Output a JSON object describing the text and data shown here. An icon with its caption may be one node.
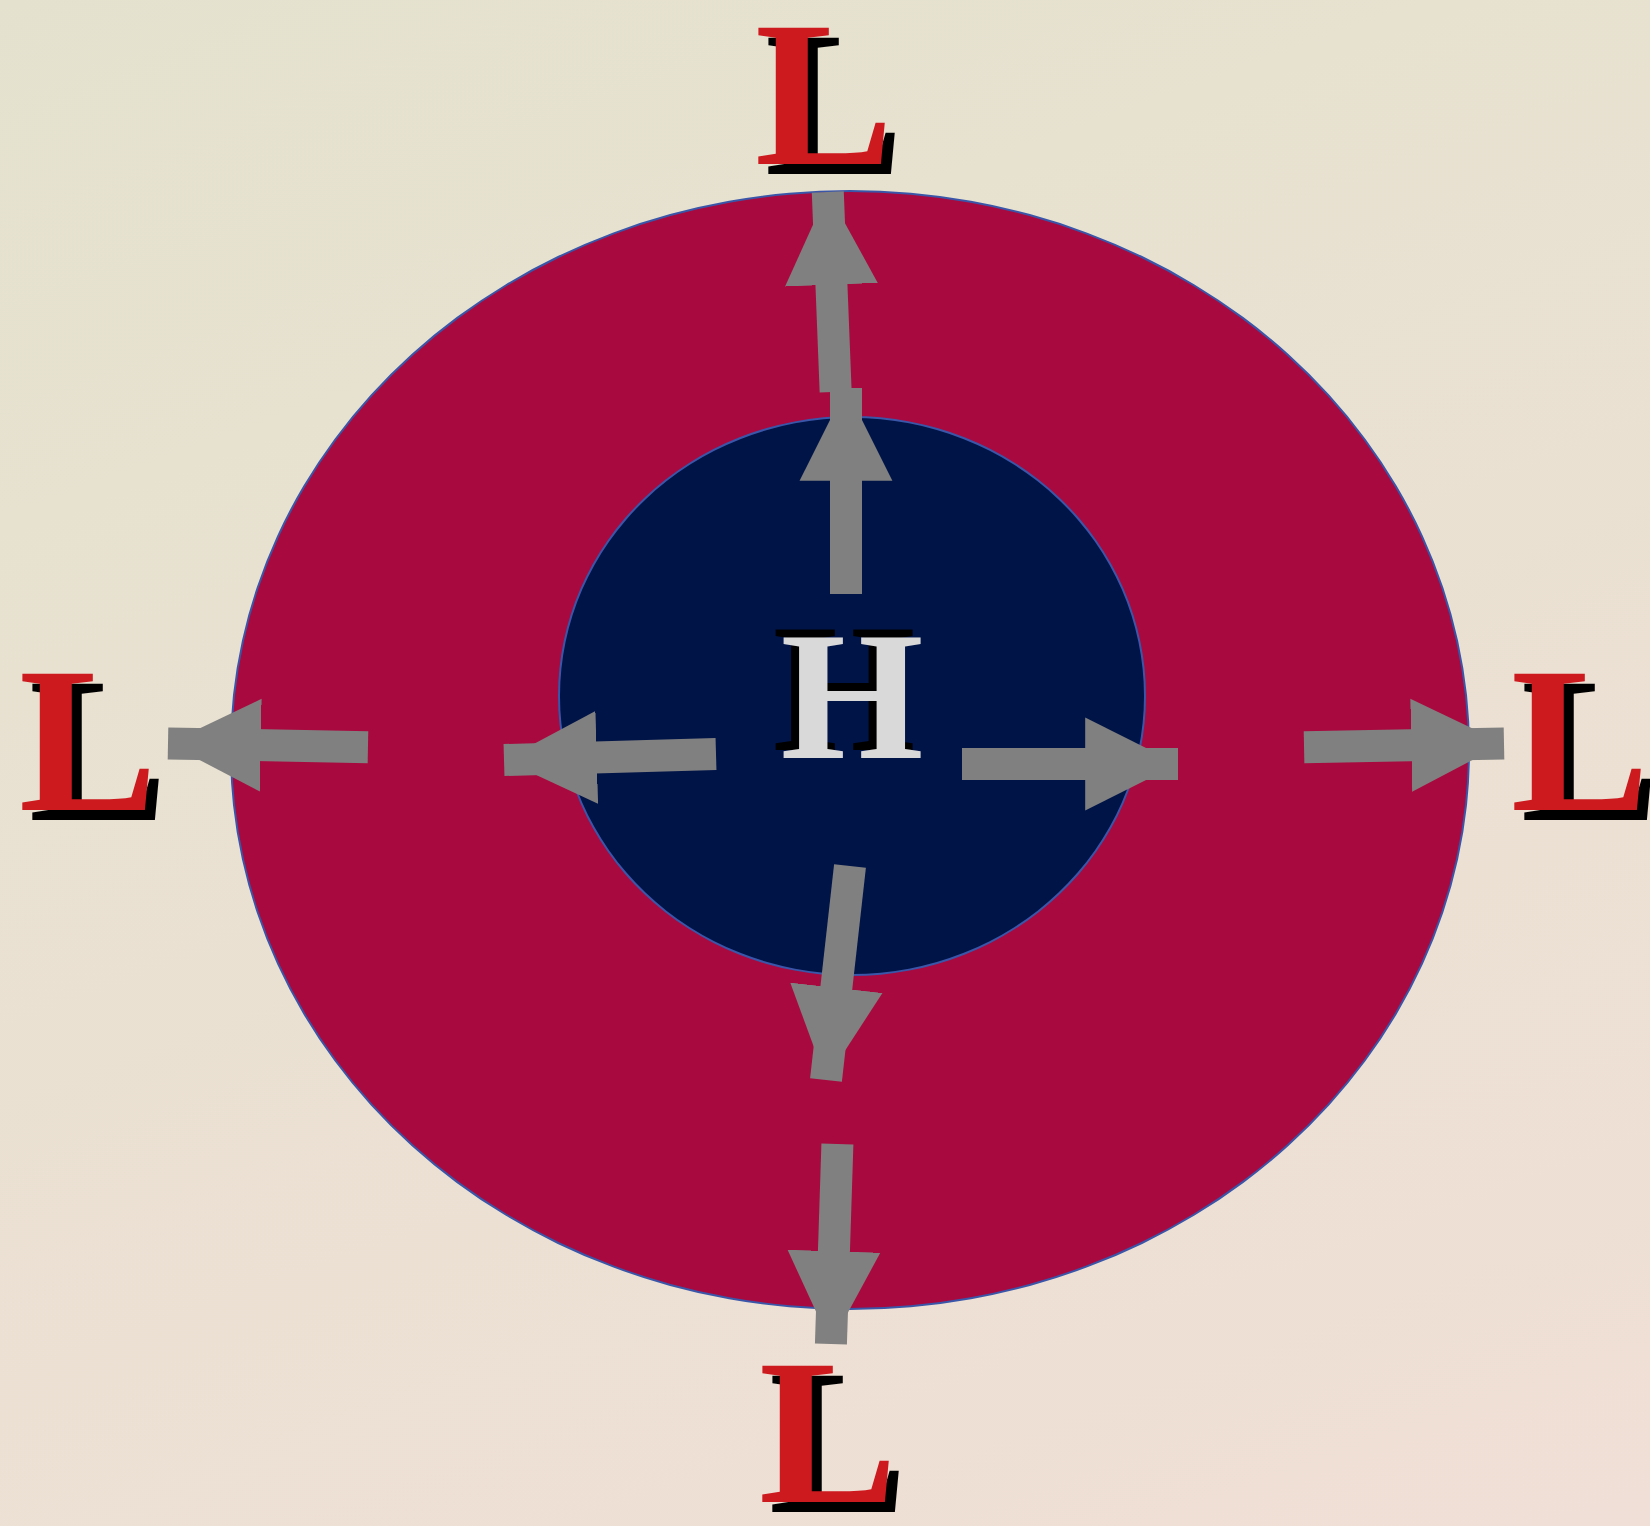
{
  "diagram": {
    "nodes": [
      {
        "text": [],
        "shape": "circle"
      },
      {
        "text": [
          "H"
        ],
        "in": 0
      },
      {
        "text": [
          "L"
        ]
      },
      {
        "text": [
          "L"
        ]
      },
      {
        "text": [
          "L"
        ]
      },
      {
        "text": [
          "L"
        ]
      }
    ],
    "edges": [
      {
        "from": null,
        "to": 2,
        "arrow": "to"
      },
      {
        "from": null,
        "to": 3,
        "arrow": "to"
      },
      {
        "from": null,
        "to": 4,
        "arrow": "to"
      },
      {
        "from": null,
        "to": 5,
        "arrow": "to"
      }
    ]
  }
}
